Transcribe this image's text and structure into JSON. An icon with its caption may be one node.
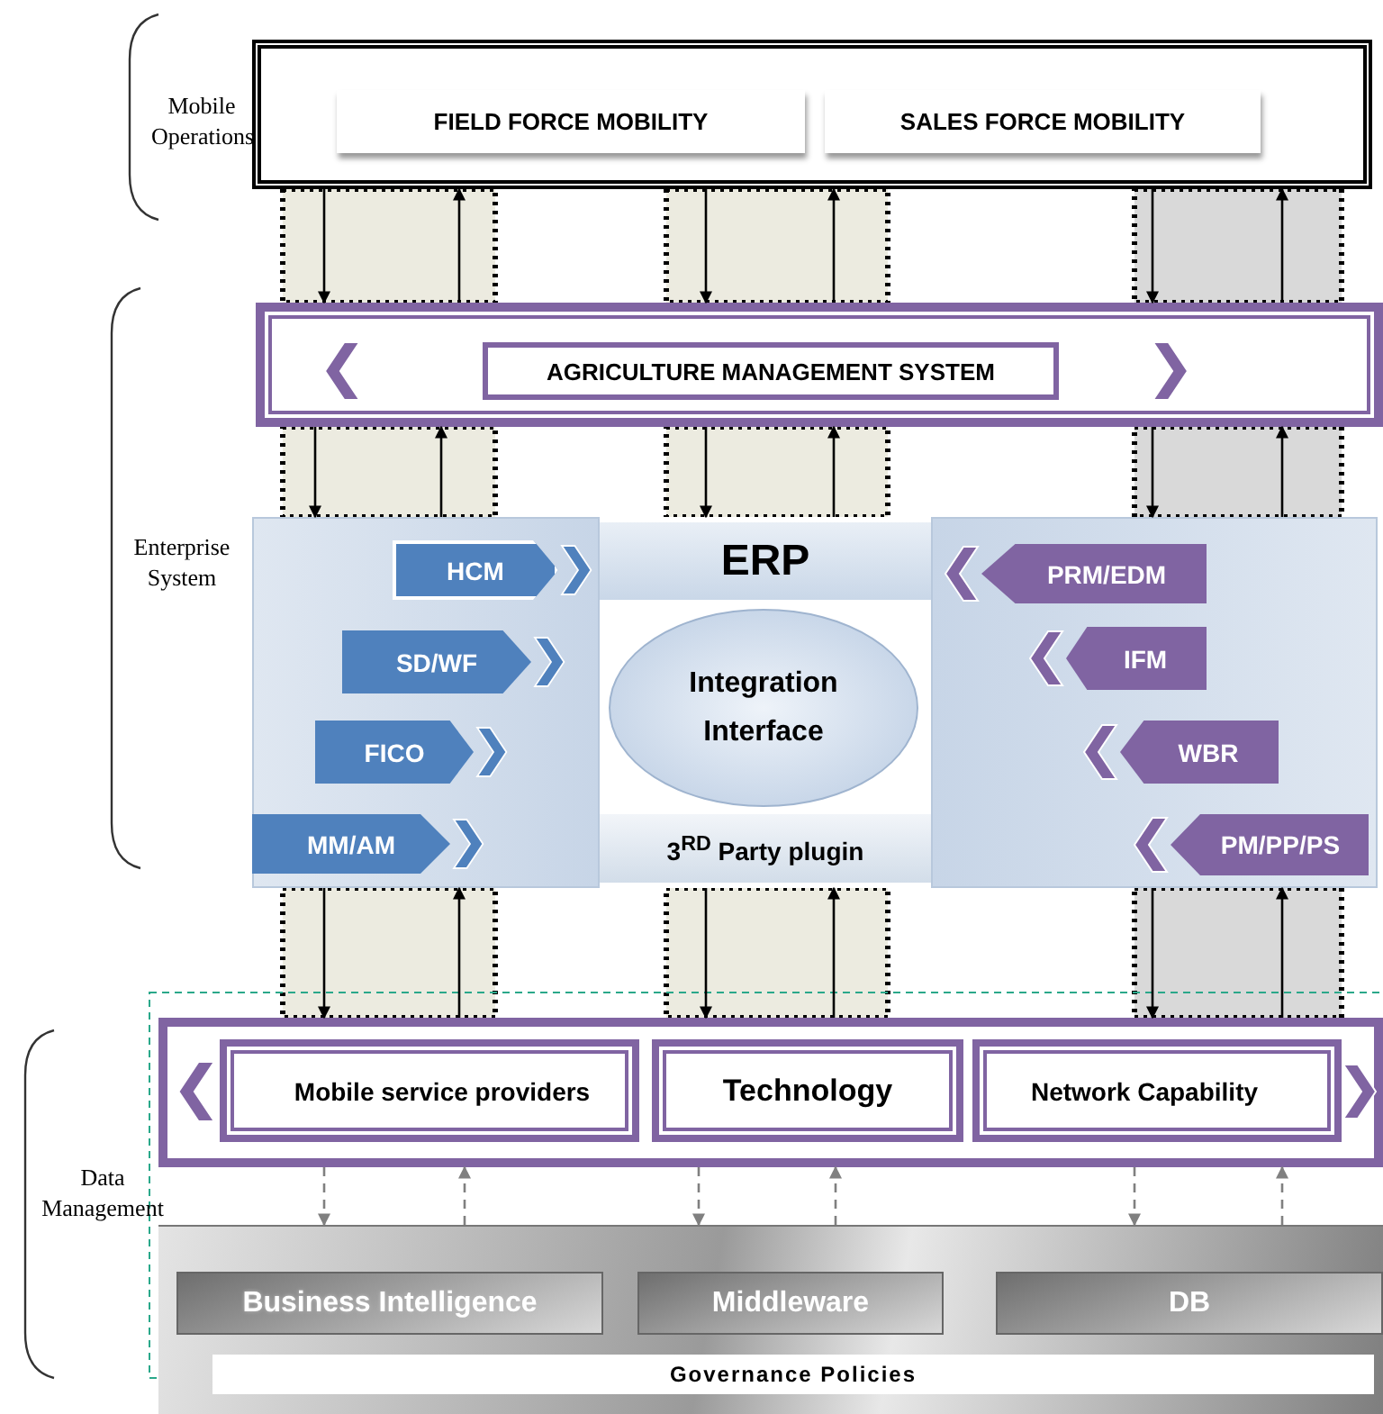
{
  "diagram": {
    "nodes": [
      {
        "text": [],
        "shape": "box"
      },
      {
        "text": [
          "FIELD FORCE MOBILITY"
        ],
        "in": 0
      },
      {
        "text": [
          "SALES FORCE MOBILITY"
        ],
        "in": 0
      },
      {
        "text": [],
        "shape": "box"
      },
      {
        "text": [
          "AGRICULTURE MANAGEMENT SYSTEM"
        ],
        "in": 3
      },
      {
        "text": [],
        "shape": "box"
      },
      {
        "text": [],
        "shape": "box",
        "in": 5
      },
      {
        "text": [
          "HCM"
        ],
        "in": 6
      },
      {
        "text": [
          "SD/WF"
        ],
        "in": 6
      },
      {
        "text": [
          "FICO"
        ],
        "in": 6
      },
      {
        "text": [
          "MM/AM"
        ],
        "in": 6
      },
      {
        "text": [
          "ERP"
        ],
        "in": 5
      },
      {
        "text": [
          "Integration Interface"
        ],
        "in": 5
      },
      {
        "text": [
          "3$^{RD}$ Party plugin"
        ],
        "in": 5
      },
      {
        "text": [],
        "shape": "box",
        "in": 5
      },
      {
        "text": [
          "PRM/EDM"
        ],
        "in": 14
      },
      {
        "text": [
          "IFM"
        ],
        "in": 14
      },
      {
        "text": [
          "WBR"
        ],
        "in": 14
      },
      {
        "text": [
          "PM/PP/PS"
        ],
        "in": 14
      },
      {
        "text": [],
        "shape": "box"
      },
      {
        "text": [
          "Mobile service providers"
        ],
        "in": 19
      },
      {
        "text": [
          "Technology"
        ],
        "in": 19
      },
      {
        "text": [
          "Network Capability"
        ],
        "in": 19
      },
      {
        "text": [],
        "shape": "box"
      },
      {
        "text": [
          "Business Intelligence"
        ],
        "in": 23
      },
      {
        "text": [
          "Middleware"
        ],
        "in": 23
      },
      {
        "text": [
          "DB"
        ],
        "in": 23
      },
      {
        "text": [
          "Governance Policies"
        ],
        "in": 23
      }
    ],
    "edges": [
      {
        "from": 0,
        "to": 3,
        "arrow": "to"
      },
      {
        "from": 3,
        "to": 0,
        "arrow": "to"
      },
      {
        "from": 0,
        "to": 3,
        "arrow": "to"
      },
      {
        "from": 3,
        "to": 0,
        "arrow": "to"
      },
      {
        "from": 0,
        "to": 3,
        "arrow": "to"
      },
      {
        "from": 3,
        "to": 0,
        "arrow": "to"
      },
      {
        "from": 3,
        "to": 5,
        "arrow": "to"
      },
      {
        "from": 5,
        "to": 3,
        "arrow": "to"
      },
      {
        "from": 3,
        "to": 5,
        "arrow": "to"
      },
      {
        "from": 5,
        "to": 3,
        "arrow": "to"
      },
      {
        "from": 3,
        "to": 5,
        "arrow": "to"
      },
      {
        "from": 5,
        "to": 3,
        "arrow": "to"
      },
      {
        "from": 5,
        "to": 19,
        "arrow": "to"
      },
      {
        "from": 19,
        "to": 5,
        "arrow": "to"
      },
      {
        "from": 5,
        "to": 19,
        "arrow": "to"
      },
      {
        "from": 19,
        "to": 5,
        "arrow": "to"
      },
      {
        "from": 5,
        "to": 19,
        "arrow": "to"
      },
      {
        "from": 19,
        "to": 5,
        "arrow": "to"
      },
      {
        "from": 19,
        "to": 23,
        "arrow": "to",
        "style": "dashed",
        "color": "#808080"
      },
      {
        "from": 23,
        "to": 19,
        "arrow": "to",
        "style": "dashed",
        "color": "#808080"
      },
      {
        "from": 19,
        "to": 23,
        "arrow": "to",
        "style": "dashed",
        "color": "#808080"
      },
      {
        "from": 23,
        "to": 19,
        "arrow": "to",
        "style": "dashed",
        "color": "#808080"
      },
      {
        "from": 19,
        "to": 23,
        "arrow": "to",
        "style": "dashed",
        "color": "#808080"
      },
      {
        "from": 23,
        "to": 19,
        "arrow": "to",
        "style": "dashed",
        "color": "#808080"
      }
    ],
    "labels": [
      "Mobile Operations",
      "Enterprise System",
      "Data Management"
    ]
  }
}
